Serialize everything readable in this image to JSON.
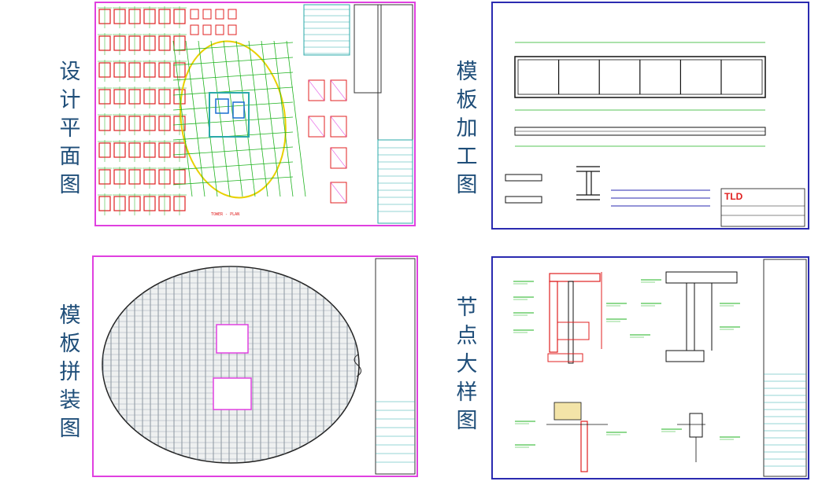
{
  "labels": {
    "design_plan": "设计平面图",
    "formwork_processing": "模板加工图",
    "formwork_assembly": "模板拼装图",
    "node_detail": "节点大样图"
  },
  "colors": {
    "label_text": "#1f4e79",
    "panel_border_magenta": "#e040e0",
    "panel_border_blue": "#2a2ab0",
    "drawing_red": "#e02020",
    "drawing_green": "#1fb31f",
    "drawing_yellow": "#e8d000",
    "drawing_teal": "#2aa9a9"
  }
}
